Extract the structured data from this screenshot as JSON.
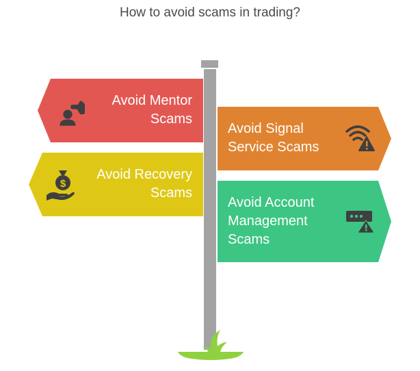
{
  "title": "How to avoid scams in trading?",
  "colors": {
    "post": "#a3a3a3",
    "mentor": "#e35753",
    "signal": "#e08330",
    "recovery": "#dfc815",
    "account": "#3dc583",
    "icon": "#3f3f3f",
    "grass": "#8fd13f"
  },
  "signs": [
    {
      "id": "mentor",
      "label_line1": "Avoid Mentor",
      "label_line2": "Scams",
      "direction": "left",
      "icon": "mentor-person-icon"
    },
    {
      "id": "signal",
      "label_line1": "Avoid Signal",
      "label_line2": "Service Scams",
      "direction": "right",
      "icon": "wifi-warning-icon"
    },
    {
      "id": "recovery",
      "label_line1": "Avoid Recovery",
      "label_line2": "Scams",
      "direction": "left",
      "icon": "money-bag-hand-icon"
    },
    {
      "id": "account",
      "label_line1": "Avoid Account",
      "label_line2": "Management",
      "label_line3": "Scams",
      "direction": "right",
      "icon": "password-warning-icon"
    }
  ]
}
